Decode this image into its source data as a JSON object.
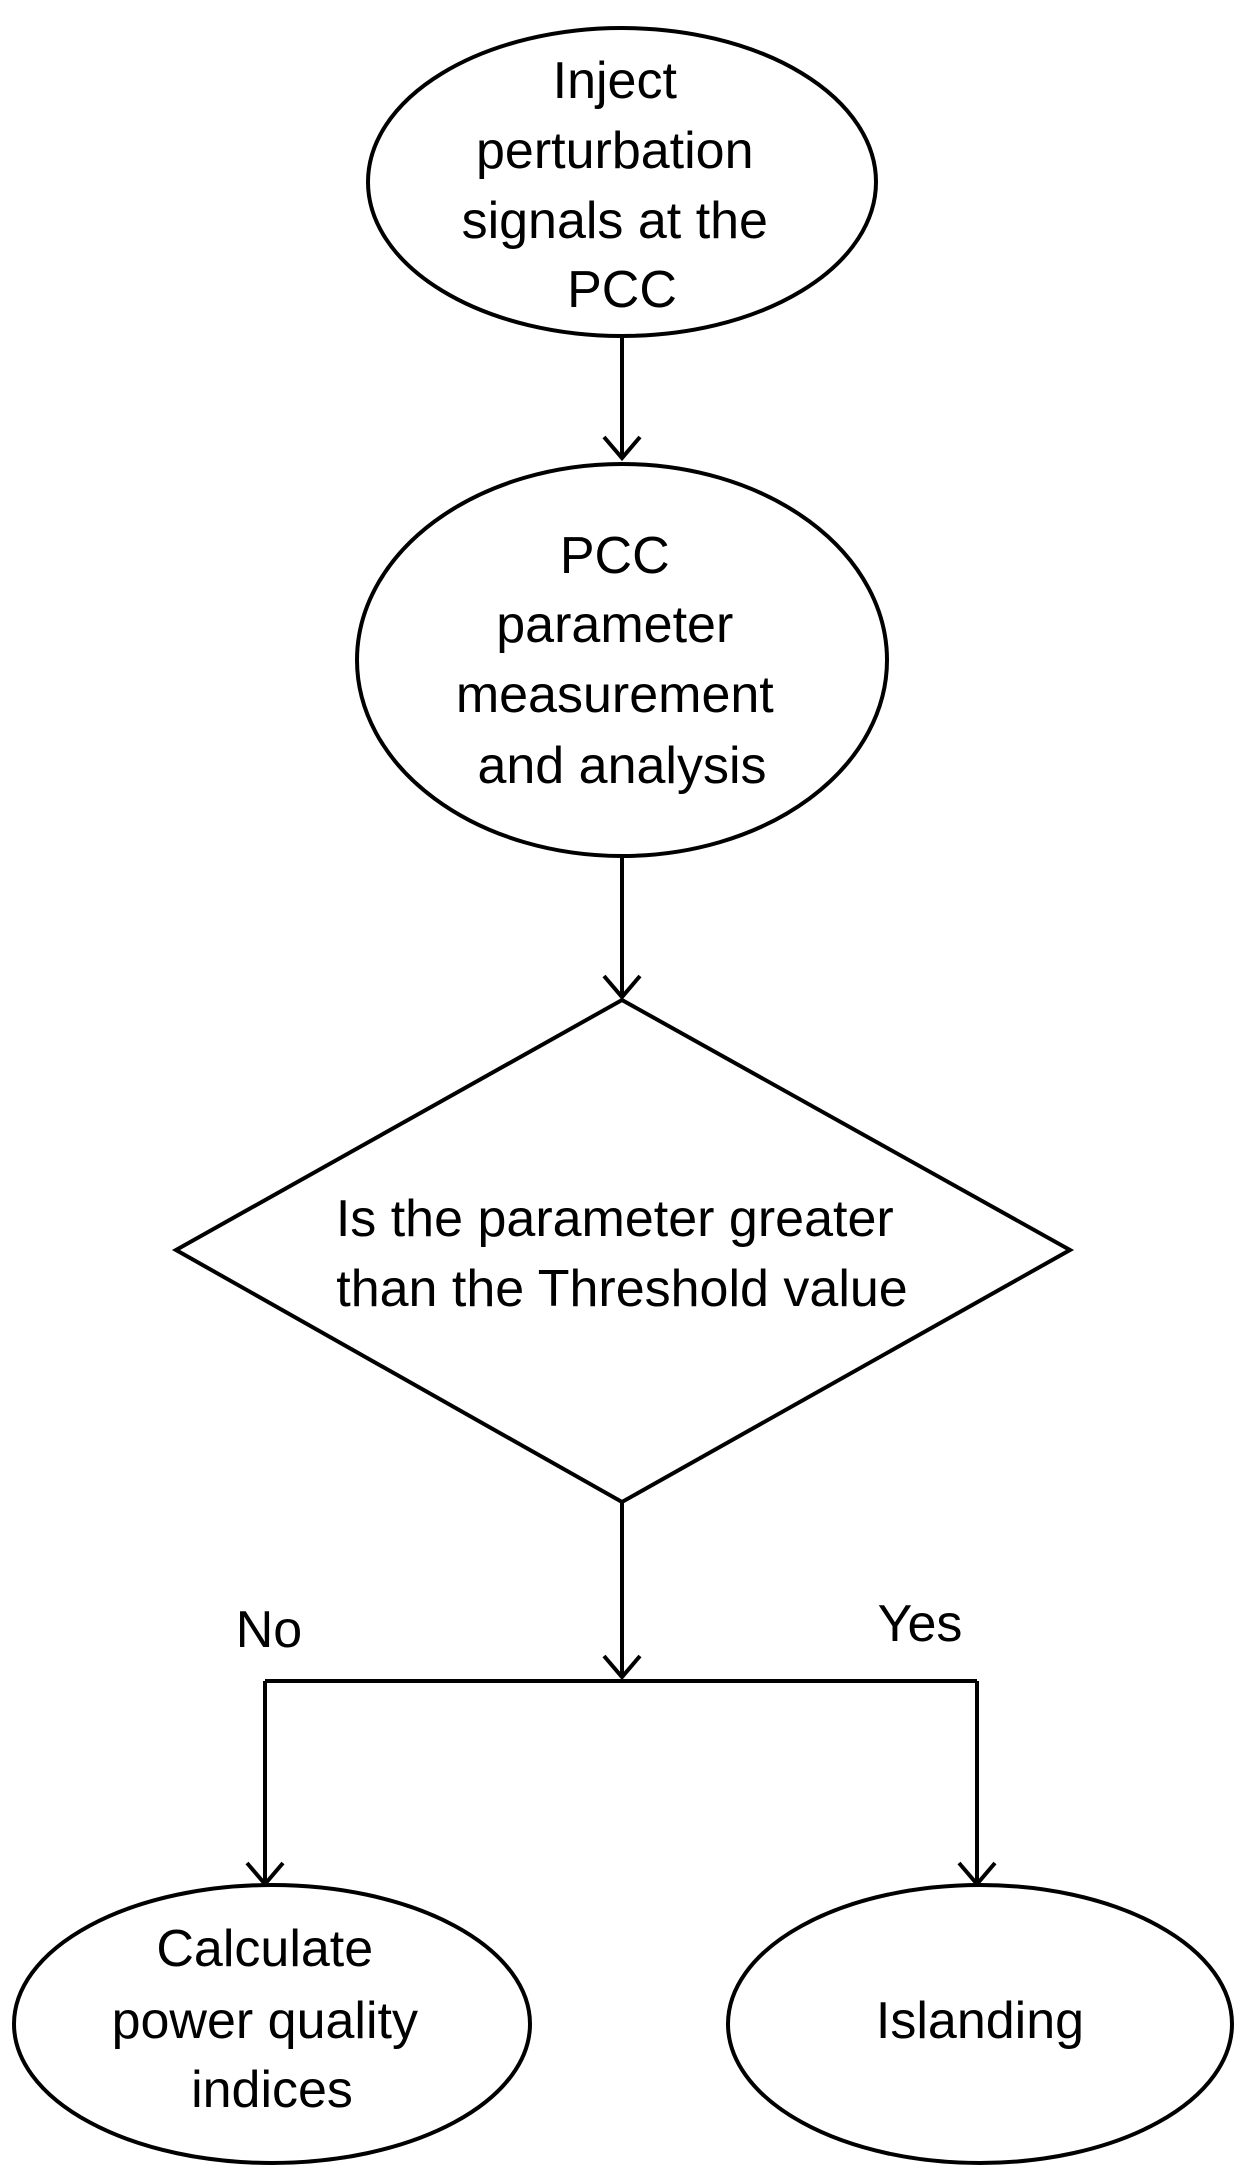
{
  "nodes": {
    "inject": {
      "shape": "ellipse",
      "lines": [
        "Inject",
        "perturbation",
        "signals at the",
        "PCC"
      ]
    },
    "measure": {
      "shape": "ellipse",
      "lines": [
        "PCC",
        "parameter",
        "measurement",
        "and analysis"
      ]
    },
    "decision": {
      "shape": "diamond",
      "lines": [
        "Is the parameter greater",
        "than the Threshold value"
      ]
    },
    "calculate": {
      "shape": "ellipse",
      "lines": [
        "Calculate",
        "power quality",
        "indices"
      ]
    },
    "islanding": {
      "shape": "ellipse",
      "lines": [
        "Islanding"
      ]
    }
  },
  "edges": {
    "no_label": "No",
    "yes_label": "Yes"
  },
  "colors": {
    "stroke": "#000000",
    "fill": "#ffffff"
  }
}
